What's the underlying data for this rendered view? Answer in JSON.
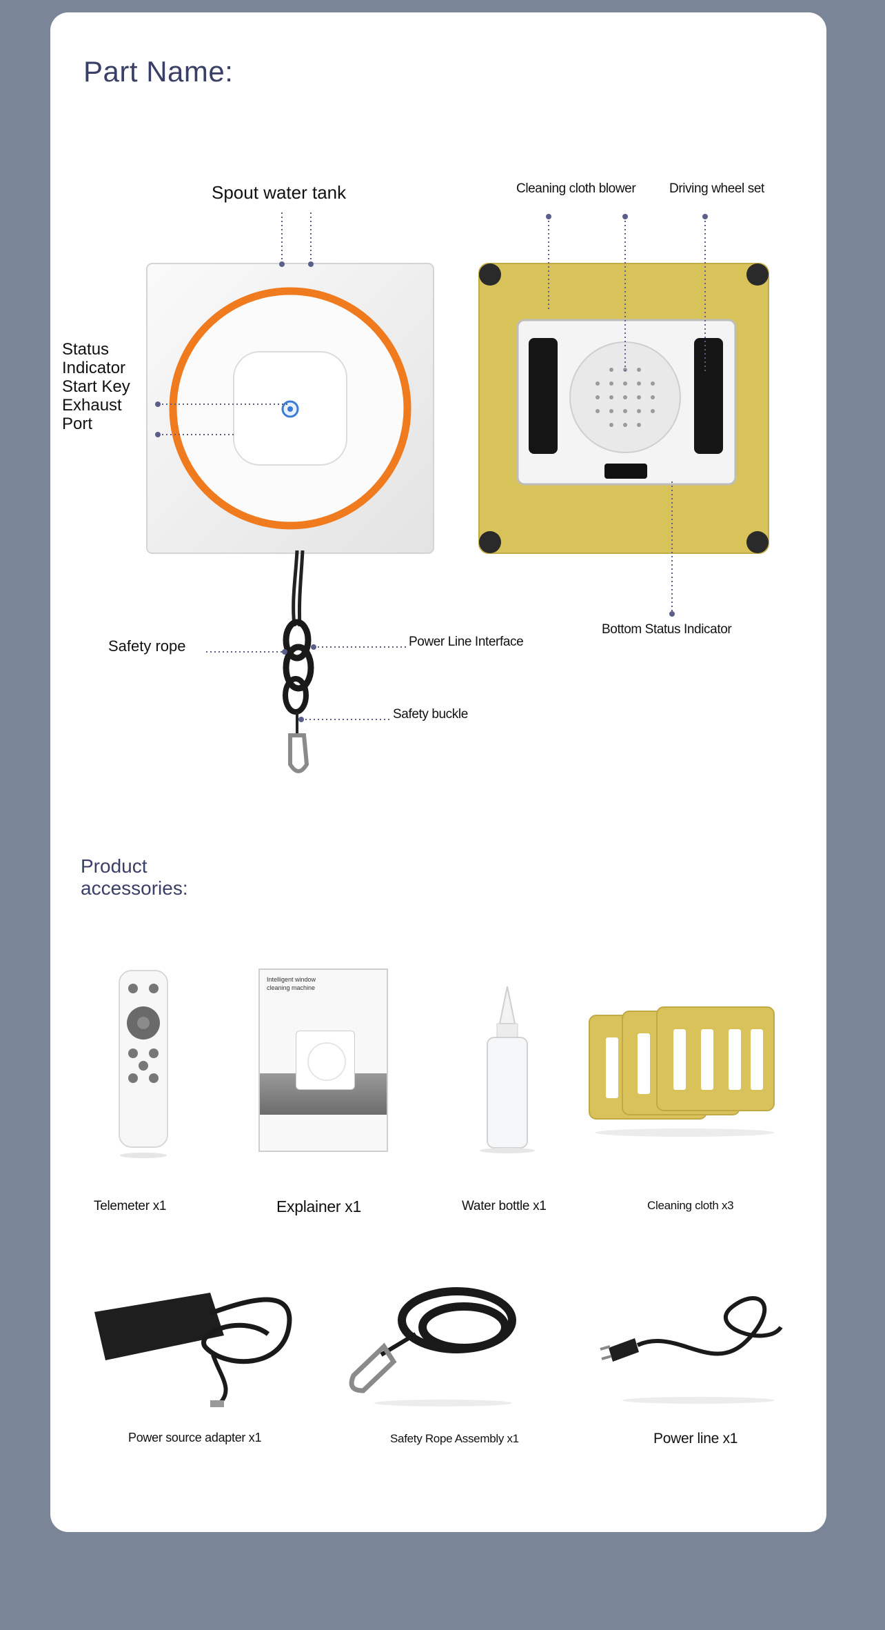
{
  "part_section": {
    "title": "Part Name:",
    "labels": {
      "spout_water_tank": "Spout water tank",
      "cleaning_cloth_blower": "Cleaning cloth blower",
      "driving_wheel_set": "Driving wheel set",
      "status_block": "Status\nIndicator\nStart Key\nExhaust\nPort",
      "safety_rope": "Safety rope",
      "power_line_interface": "Power Line Interface",
      "safety_buckle": "Safety buckle",
      "bottom_status_indicator": "Bottom Status Indicator"
    }
  },
  "accessories_section": {
    "title": "Product\naccessories:",
    "items": {
      "telemeter": "Telemeter x1",
      "explainer": "Explainer x1",
      "water_bottle": "Water bottle x1",
      "cleaning_cloth": "Cleaning cloth x3",
      "power_adapter": "Power source adapter x1",
      "safety_rope_assembly": "Safety Rope Assembly x1",
      "power_line": "Power line x1"
    },
    "manual_cover_text": "Intelligent window\ncleaning machine"
  },
  "colors": {
    "page_background": "#7a8598",
    "card_background": "#ffffff",
    "heading": "#3a3f66",
    "robot_ring": "#f07a1e",
    "cloth_yellow": "#d8c25a",
    "leader_line": "#5a5f8a"
  }
}
